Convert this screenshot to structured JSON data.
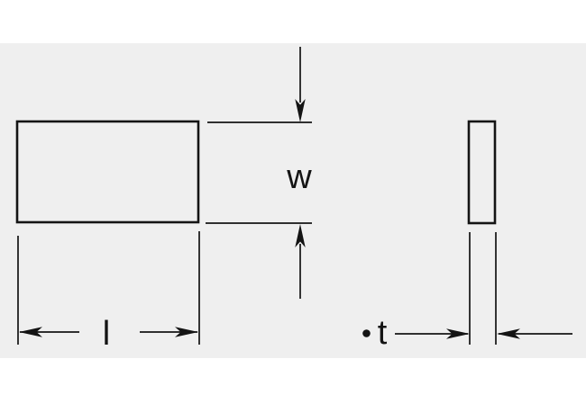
{
  "diagram": {
    "type": "dimension-drawing",
    "labels": {
      "width": "w",
      "length": "l",
      "thickness": "t",
      "thickness_bullet": "•"
    },
    "colors": {
      "background": "#ffffff",
      "panel": "#efefef",
      "line": "#141414",
      "text": "#141414"
    }
  }
}
